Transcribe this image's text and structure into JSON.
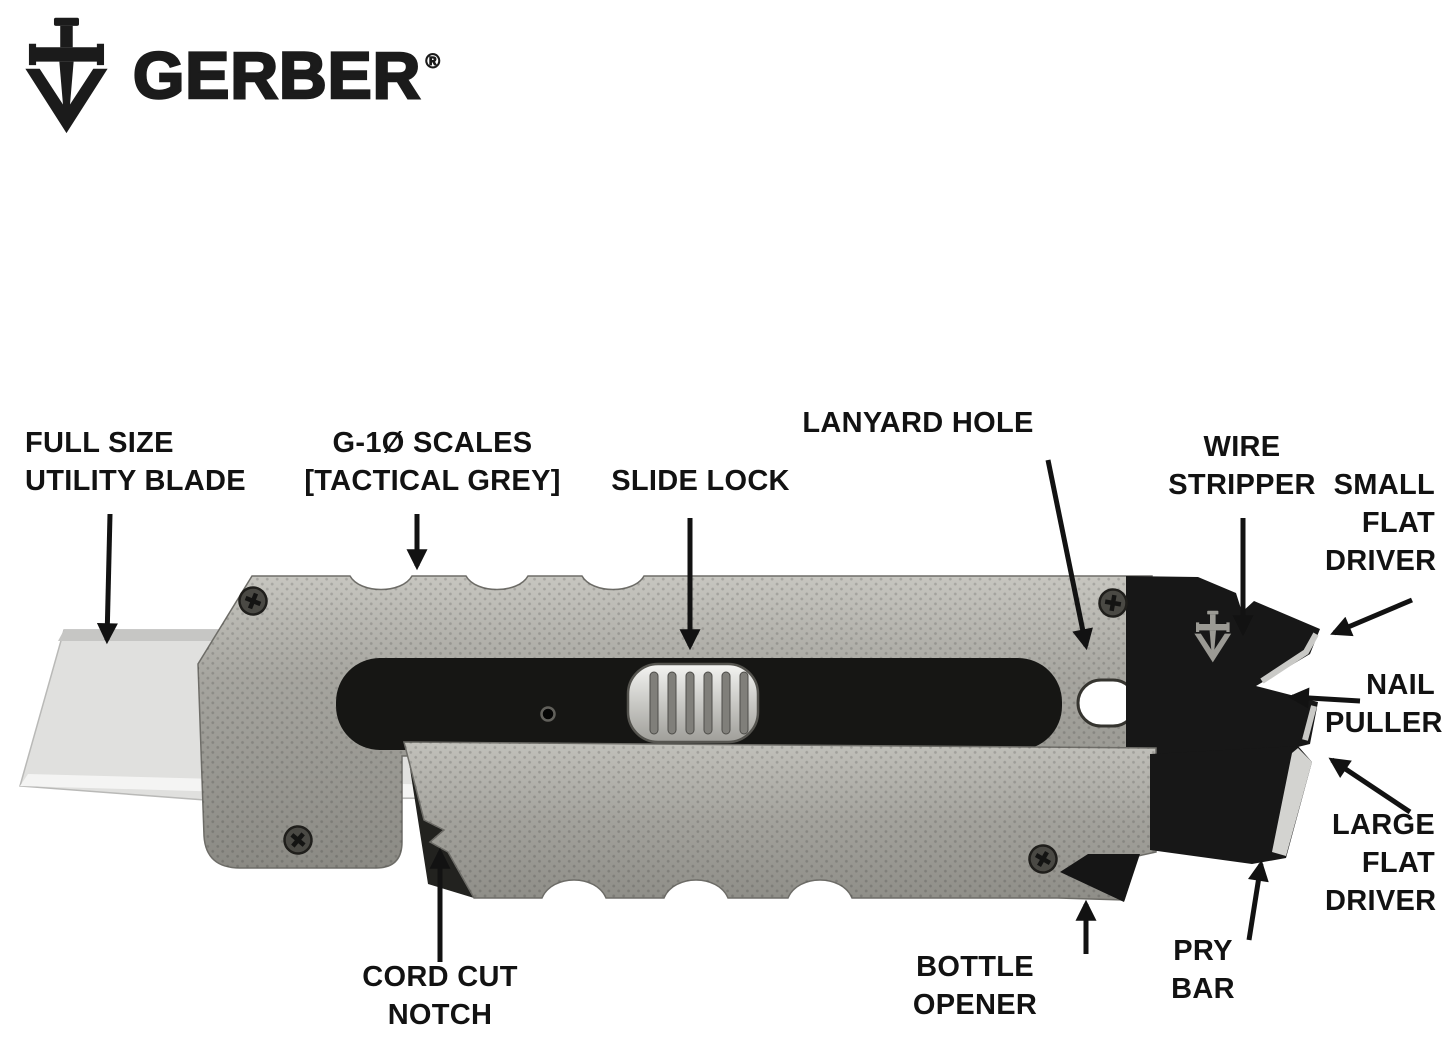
{
  "brand": {
    "name": "GERBER",
    "registered_mark": "®",
    "logo": "gerber-sword-and-shield"
  },
  "diagram": {
    "subject": "utility knife multi-tool with labeled features",
    "callouts": {
      "full_size_utility_blade": "FULL SIZE\nUTILITY BLADE",
      "g10_scales": "G-1Ø SCALES\n[TACTICAL GREY]",
      "slide_lock": "SLIDE LOCK",
      "lanyard_hole": "LANYARD HOLE",
      "wire_stripper": "WIRE\nSTRIPPER",
      "small_flat_driver": "SMALL\nFLAT\nDRIVER",
      "nail_puller": "NAIL\nPULLER",
      "large_flat_driver": "LARGE\nFLAT\nDRIVER",
      "pry_bar": "PRY\nBAR",
      "bottle_opener": "BOTTLE\nOPENER",
      "cord_cut_notch": "CORD CUT\nNOTCH"
    },
    "colors": {
      "label_text": "#121212",
      "arrow": "#121212",
      "handle_grey": "#a19f99",
      "hardware_black": "#171717",
      "blade_silver": "#dddddc",
      "background": "#ffffff"
    }
  }
}
